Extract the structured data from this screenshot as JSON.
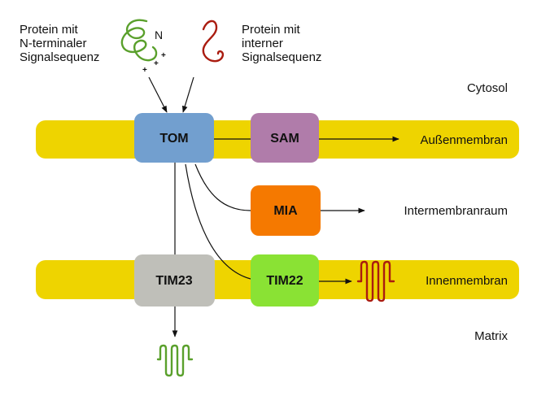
{
  "colors": {
    "membrane": "#eed400",
    "tom": "#729fcf",
    "sam": "#b07caa",
    "mia": "#f57900",
    "tim23": "#bfbfb9",
    "tim22": "#8ae234",
    "green_protein": "#5aa02c",
    "red_protein": "#aa1c10",
    "arrow": "#111111"
  },
  "proteins": {
    "nterminal": {
      "label_lines": [
        "Protein mit",
        "N-terminaler",
        "Signalsequenz"
      ],
      "terminus_label": "N",
      "charges": [
        "+",
        "+",
        "+"
      ]
    },
    "internal": {
      "label_lines": [
        "Protein mit",
        "interner",
        "Signalsequenz"
      ]
    }
  },
  "compartments": {
    "cytosol": "Cytosol",
    "outer_membrane": "Außenmembran",
    "intermembrane_space": "Intermembranraum",
    "inner_membrane": "Innenmembran",
    "matrix": "Matrix"
  },
  "complexes": {
    "tom": "TOM",
    "sam": "SAM",
    "mia": "MIA",
    "tim23": "TIM23",
    "tim22": "TIM22"
  }
}
